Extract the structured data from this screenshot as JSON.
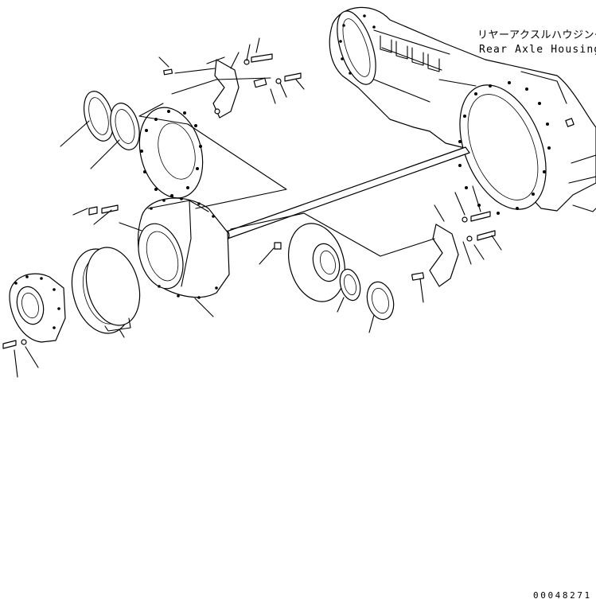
{
  "diagram": {
    "housing_label_jp": "リヤーアクスルハウジング",
    "housing_label_en": "Rear Axle Housing",
    "figure_number": "00048271"
  }
}
